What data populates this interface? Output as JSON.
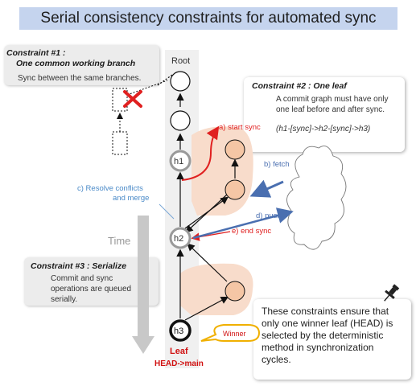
{
  "title": "Serial consistency constraints for automated sync",
  "graph": {
    "root_label": "Root",
    "time_label": "Time",
    "nodes": {
      "h1": "h1",
      "h2": "h2",
      "h3": "h3"
    },
    "leaf_label": "Leaf",
    "head_label": "HEAD->main",
    "winner_label": "Winner"
  },
  "steps": {
    "start_sync": "a) start sync",
    "fetch": "b) fetch",
    "resolve_line1": "c) Resolve conflicts",
    "resolve_line2": "and merge",
    "push": "d) push",
    "end_sync": "e) end sync"
  },
  "constraint1": {
    "heading_line1": "Constraint #1 :",
    "heading_line2": "One common working branch",
    "body": "Sync between the same branches."
  },
  "constraint2": {
    "heading": "Constraint #2 : One leaf",
    "body_line1": "A commit graph must have only",
    "body_line2": "one leaf before and after sync.",
    "formula": "(h1-[sync]->h2-[sync]->h3)"
  },
  "constraint3": {
    "heading": "Constraint #3 : Serialize",
    "body_line1": "Commit and sync",
    "body_line2": "operations are queued",
    "body_line3": "serially."
  },
  "summary": {
    "line1": "These constraints ensure that",
    "line2": "only one winner leaf (HEAD) is",
    "line3": "selected by the deterministic",
    "line4": "method in synchronization",
    "line5": "cycles."
  },
  "colors": {
    "title_bg": "#c5d4ee",
    "branch_fill": "#f5c6a5",
    "sync_red": "#e02020",
    "fetch_blue": "#4a6fb0",
    "winner_orange": "#f0b000",
    "leaf_red": "#d01010",
    "time_gray": "#c8c8c8"
  },
  "icons": [
    "red-x-icon",
    "push-pin-icon",
    "cloud-icon",
    "time-arrow-icon"
  ]
}
